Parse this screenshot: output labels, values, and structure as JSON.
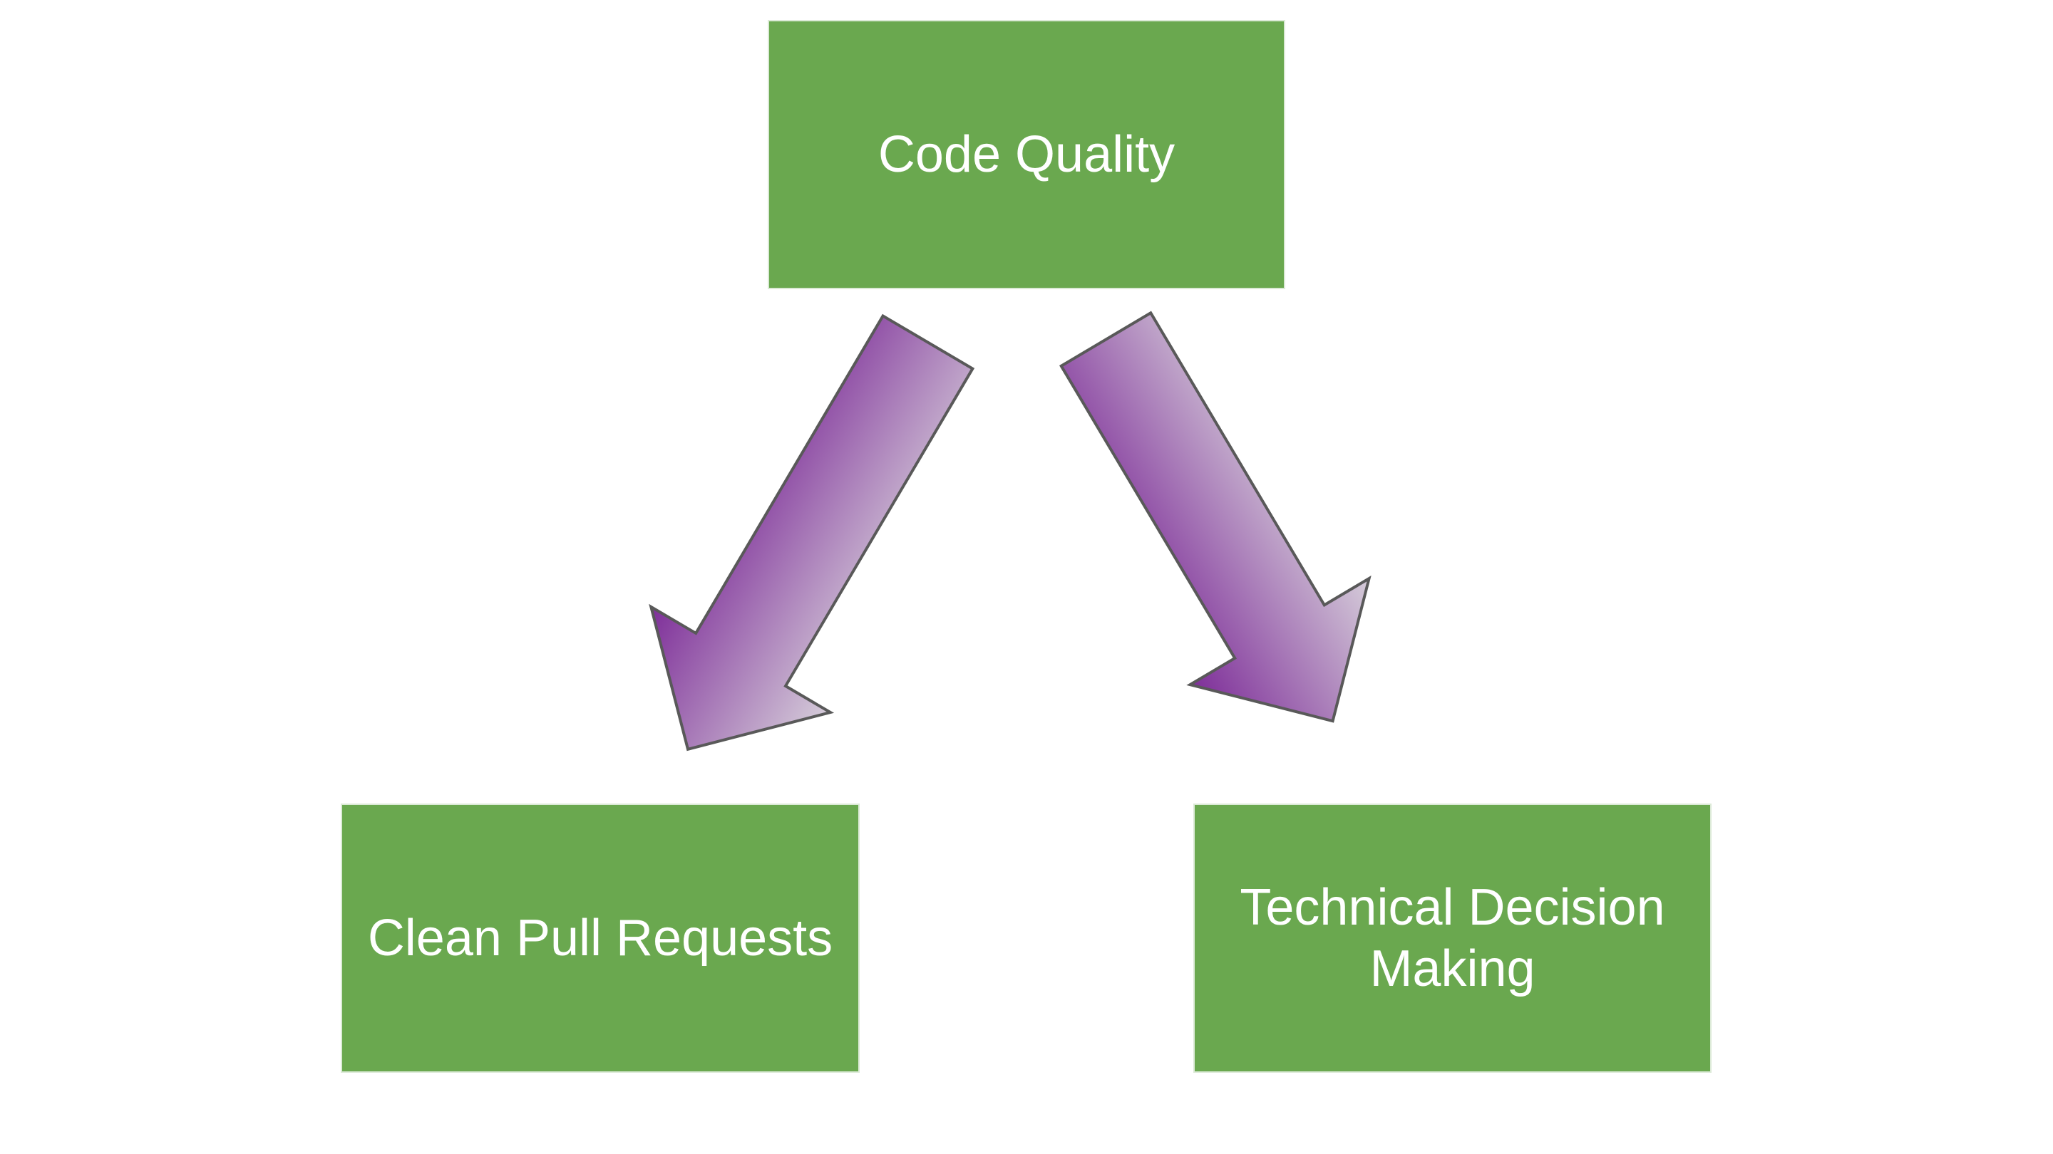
{
  "diagram": {
    "background": "#ffffff",
    "nodes": [
      {
        "id": "code-quality",
        "label": "Code Quality",
        "fill": "#6aa84f",
        "border": "#dcead7",
        "text_color": "#ffffff"
      },
      {
        "id": "clean-pull-requests",
        "label": "Clean Pull Requests",
        "fill": "#6aa84f",
        "border": "#dcead7",
        "text_color": "#ffffff"
      },
      {
        "id": "technical-decision-making",
        "label": "Technical Decision Making",
        "fill": "#6aa84f",
        "border": "#dcead7",
        "text_color": "#ffffff"
      }
    ],
    "arrows": [
      {
        "from": "code-quality",
        "to": "clean-pull-requests",
        "direction": "down-left",
        "gradient_from": "#7e2e99",
        "gradient_to": "#d5ccd9",
        "outline": "#595959"
      },
      {
        "from": "code-quality",
        "to": "technical-decision-making",
        "direction": "down-right",
        "gradient_from": "#7e2e99",
        "gradient_to": "#d5ccd9",
        "outline": "#595959"
      }
    ]
  }
}
